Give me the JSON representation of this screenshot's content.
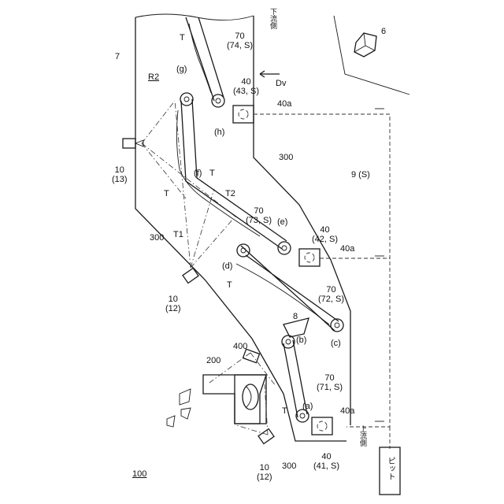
{
  "labels": {
    "system": "100",
    "plant": "7",
    "camera_13": "10\n(13)",
    "camera_12a": "10\n(12)",
    "camera_12b": "10\n(12)",
    "conv_74": "70\n(74, S)",
    "conv_73": "70\n(73, S)",
    "conv_72": "70\n(72, S)",
    "conv_71": "70\n(71, S)",
    "sorter_43": "40\n(43, S)",
    "sorter_42": "40\n(42, S)",
    "sorter_41": "40\n(41, S)",
    "out_40a_1": "40a",
    "out_40a_2": "40a",
    "out_40a_3": "40a",
    "pos_a": "(a)",
    "pos_b": "(b)",
    "pos_c": "(c)",
    "pos_d": "(d)",
    "pos_e": "(e)",
    "pos_f": "(f)",
    "pos_g": "(g)",
    "pos_h": "(h)",
    "T_1": "T",
    "T_2": "T",
    "T_3": "T",
    "T_4": "T",
    "T_5": "T",
    "T1": "T1",
    "T2": "T2",
    "region": "R2",
    "direction": "Dv",
    "wall_1": "300",
    "wall_2": "300",
    "wall_3": "300",
    "crusher": "200",
    "camera_400": "400",
    "hopper": "8",
    "bus": "9 (S)",
    "server": "6",
    "downstream": "下流側",
    "upstream": "上流側",
    "pit": "ピット"
  }
}
